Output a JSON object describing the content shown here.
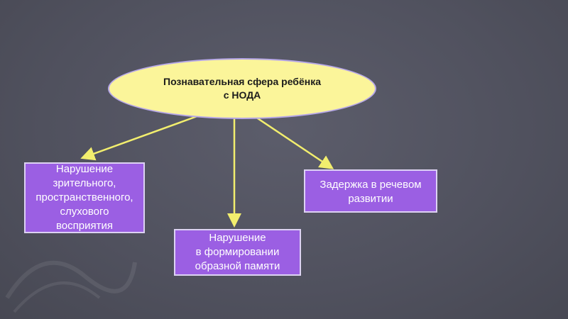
{
  "diagram": {
    "root": {
      "text": "Познавательная сфера ребёнка\nс НОДА"
    },
    "children": [
      {
        "text": "Нарушение\nзрительного,\nпространственного,\nслухового\nвосприятия"
      },
      {
        "text": "Нарушение\nв формировании\nобразной памяти"
      },
      {
        "text": "Задержка в речевом\nразвитии"
      }
    ]
  },
  "colors": {
    "background": "#53545f",
    "root_fill": "#fbf59a",
    "root_border": "#b6a7e8",
    "box_fill": "#9b5fe3",
    "box_border": "#ddd2f3",
    "arrow": "#f2ee6e"
  }
}
